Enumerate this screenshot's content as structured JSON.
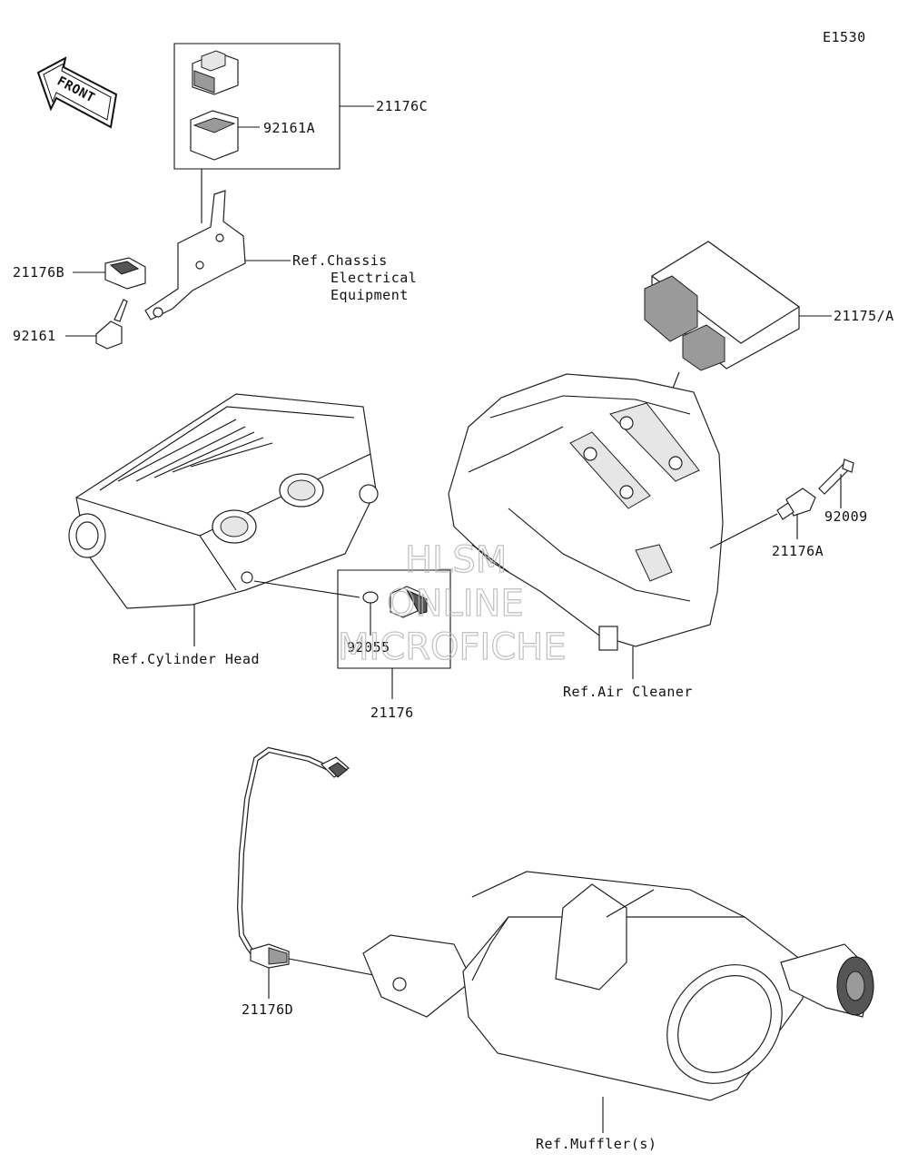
{
  "diagram_id": "E1530",
  "front_label": "FRONT",
  "watermark": [
    "HLSM",
    "ONLINE",
    "MICROFICHE"
  ],
  "parts": {
    "p21176C": "21176C",
    "p92161A": "92161A",
    "p21176B": "21176B",
    "p92161": "92161",
    "p21175A": "21175/A",
    "p92009": "92009",
    "p21176A": "21176A",
    "p92055": "92055",
    "p21176": "21176",
    "p21176D": "21176D"
  },
  "refs": {
    "chassis": [
      "Ref.Chassis",
      "Electrical",
      "Equipment"
    ],
    "cylinder_head": "Ref.Cylinder Head",
    "air_cleaner": "Ref.Air Cleaner",
    "muffler": "Ref.Muffler(s)"
  }
}
